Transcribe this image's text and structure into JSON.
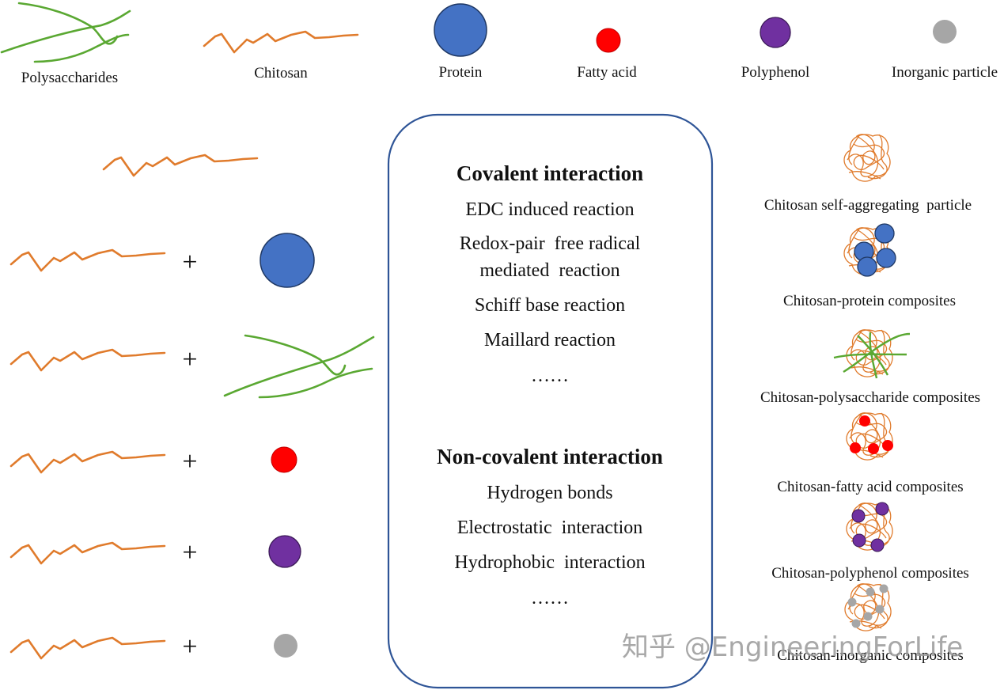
{
  "legend": {
    "polysaccharides": "Polysaccharides",
    "chitosan": "Chitosan",
    "protein": "Protein",
    "fatty_acid": "Fatty acid",
    "polyphenol": "Polyphenol",
    "inorganic_particle": "Inorganic particle"
  },
  "plus_sign": "+",
  "box": {
    "covalent_heading": "Covalent interaction",
    "covalent_items": [
      "EDC induced reaction",
      "Redox-pair  free radical",
      "mediated  reaction",
      "Schiff base reaction",
      "Maillard reaction",
      "……"
    ],
    "noncovalent_heading": "Non-covalent interaction",
    "noncovalent_items": [
      "Hydrogen bonds",
      "Electrostatic  interaction",
      "Hydrophobic  interaction",
      "……"
    ]
  },
  "products": [
    "Chitosan self-aggregating  particle",
    "Chitosan-protein composites",
    "Chitosan-polysaccharide composites",
    "Chitosan-fatty acid composites",
    "Chitosan-polyphenol composites",
    "Chitosan-inorganic composites"
  ],
  "watermark": "知乎 @EngineeringForLife",
  "colors": {
    "chitosan": "#e07b2c",
    "polysaccharide": "#5aa832",
    "protein": "#4472c4",
    "fatty_acid": "#ff0000",
    "polyphenol": "#7030a0",
    "inorganic": "#a6a6a6",
    "box_border": "#2f5597"
  }
}
